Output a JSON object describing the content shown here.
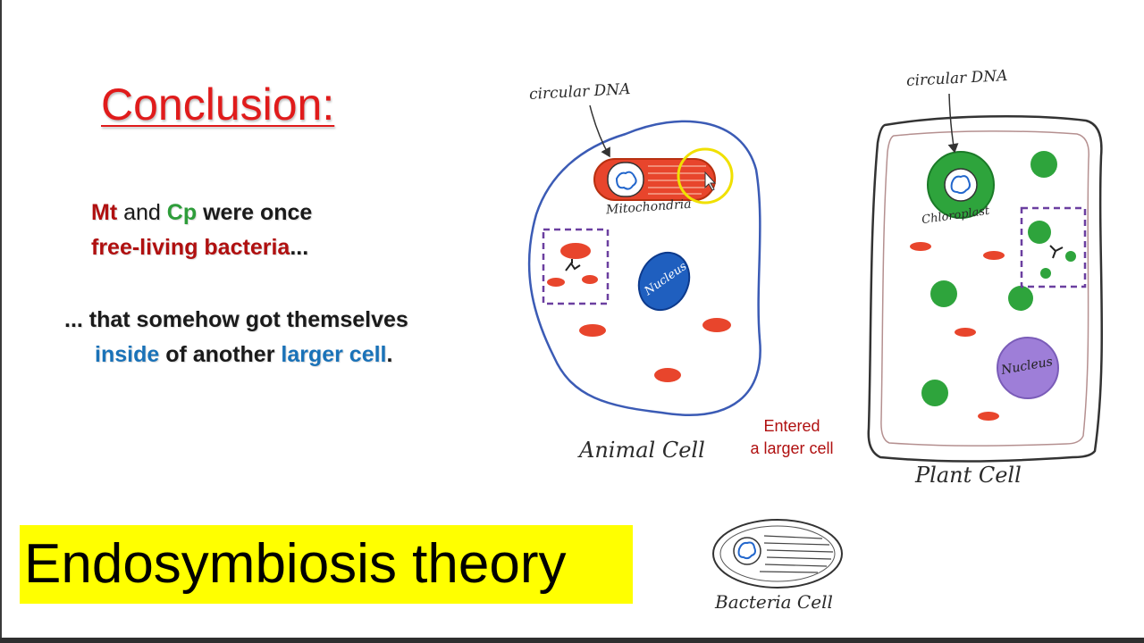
{
  "slide": {
    "title": "Conclusion:",
    "line1": {
      "mt": "Mt",
      "and": "and",
      "cp": "Cp",
      "rest": "were once"
    },
    "line2": {
      "main": "free-living bacteria",
      "dots": "..."
    },
    "line3": "... that somehow got themselves",
    "line4": {
      "inside": "inside",
      "of_another": "of another",
      "larger_cell": "larger cell",
      "period": "."
    },
    "banner": "Endosymbiosis theory"
  },
  "diagram": {
    "animal": {
      "circular_dna": "circular DNA",
      "mitochondria": "Mitochondria",
      "nucleus": "Nucleus",
      "caption": "Animal Cell"
    },
    "plant": {
      "circular_dna": "circular DNA",
      "chloroplast": "Chloroplast",
      "nucleus": "Nucleus",
      "caption": "Plant Cell"
    },
    "note": {
      "line1": "Entered",
      "line2": "a larger cell"
    },
    "bacteria": {
      "caption": "Bacteria Cell"
    }
  },
  "colors": {
    "title": "#e01b1b",
    "mt_red": "#b01010",
    "cp_green": "#2e9d3a",
    "inside_blue": "#1a72b8",
    "banner": "#ffff00",
    "mito_fill": "#e8452c",
    "chloro_fill": "#2ea43c",
    "animal_nucleus": "#1f5fbf",
    "plant_nucleus": "#9e7ed8",
    "box_outline": "#6b3fa0"
  },
  "icons": [
    "cursor-icon",
    "pointer-highlight"
  ]
}
